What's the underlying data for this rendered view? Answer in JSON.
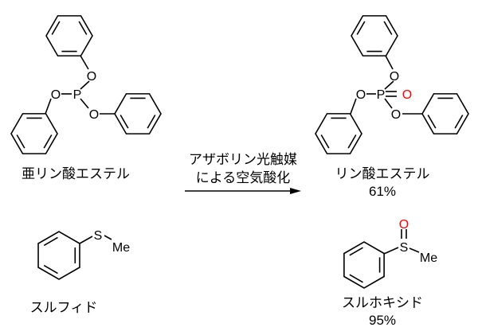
{
  "reactant1": {
    "name": "亜リン酸エステル",
    "atoms": {
      "P": "P",
      "O": "O"
    }
  },
  "product1": {
    "name": "リン酸エステル",
    "yield": "61%",
    "atoms": {
      "P": "P",
      "O": "O"
    }
  },
  "reactant2": {
    "name": "スルフィド",
    "atoms": {
      "S": "S",
      "Me": "Me"
    }
  },
  "product2": {
    "name": "スルホキシド",
    "yield": "95%",
    "atoms": {
      "S": "S",
      "O": "O",
      "Me": "Me"
    }
  },
  "conditions": {
    "line1": "アザボリン光触媒",
    "line2": "による空気酸化"
  },
  "colors": {
    "oxygen_added": "#ff0000",
    "ink": "#000000"
  }
}
